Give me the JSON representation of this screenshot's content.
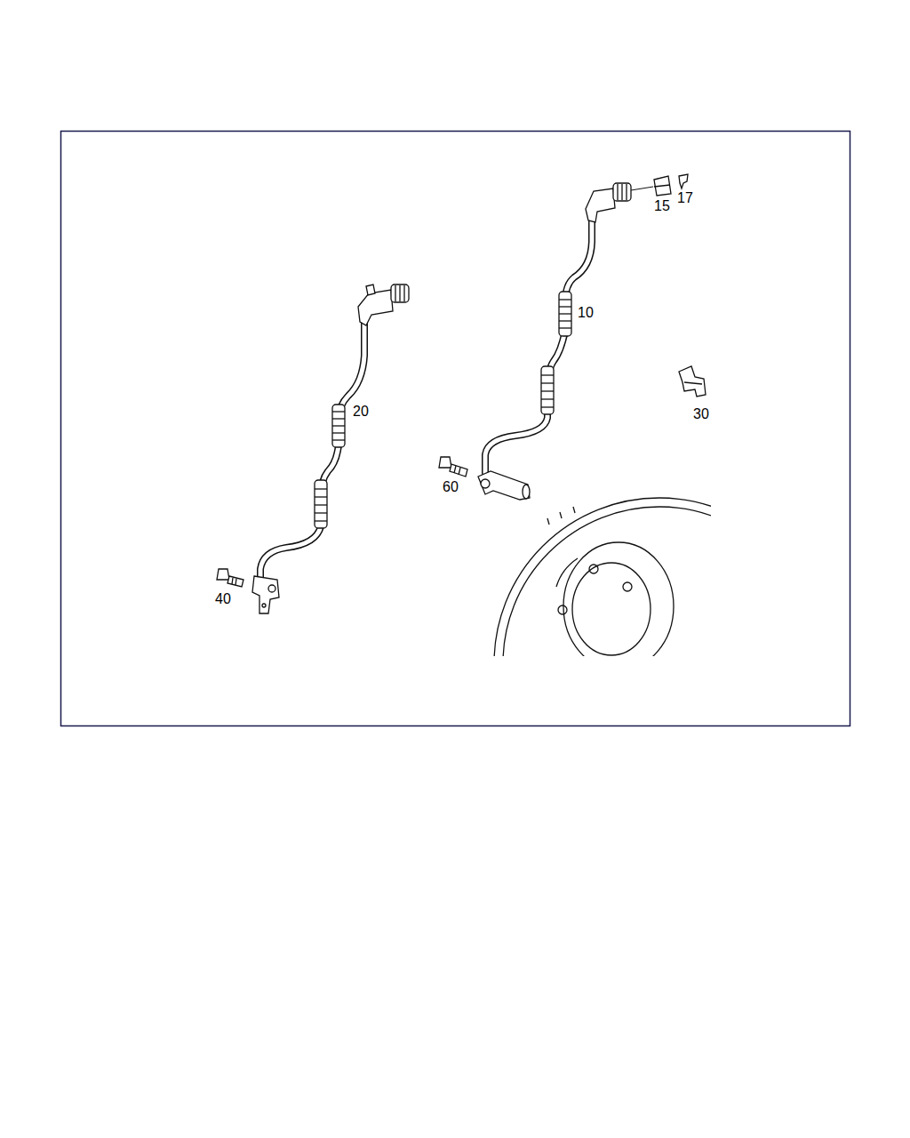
{
  "diagram": {
    "labels": [
      "17",
      "15",
      "10",
      "20",
      "30",
      "60",
      "40"
    ]
  }
}
